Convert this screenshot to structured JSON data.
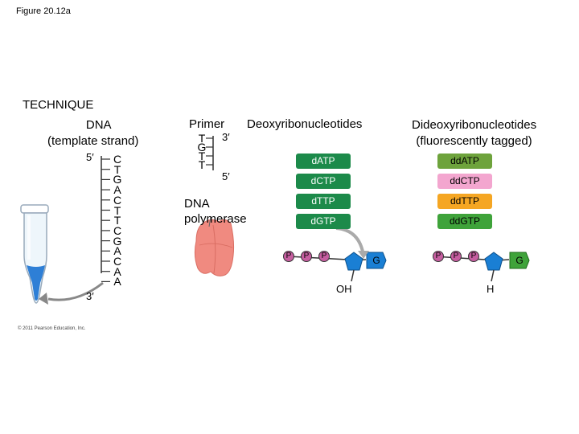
{
  "figure_label": "Figure 20.12a",
  "technique_label": "TECHNIQUE",
  "dna": {
    "label_line1": "DNA",
    "label_line2": "(template strand)",
    "prime5": "5′",
    "prime3": "3′",
    "bases": [
      "C",
      "T",
      "G",
      "A",
      "C",
      "T",
      "T",
      "C",
      "G",
      "A",
      "C",
      "A",
      "A"
    ]
  },
  "primer": {
    "label": "Primer",
    "bases": [
      "T",
      "G",
      "T",
      "T"
    ],
    "prime3": "3′",
    "prime5": "5′"
  },
  "polymerase": {
    "label_line1": "DNA",
    "label_line2": "polymerase"
  },
  "deoxy": {
    "label": "Deoxyribonucleotides",
    "items": [
      "dATP",
      "dCTP",
      "dTTP",
      "dGTP"
    ],
    "phosphate": "P",
    "base": "G",
    "group": "OH"
  },
  "dideoxy": {
    "label_line1": "Dideoxyribonucleotides",
    "label_line2": "(fluorescently tagged)",
    "items": [
      "ddATP",
      "ddCTP",
      "ddTTP",
      "ddGTP"
    ],
    "phosphate": "P",
    "base": "G",
    "group": "H"
  },
  "copyright": "© 2011 Pearson Education, Inc.",
  "colors": {
    "deoxy_pill": "#1c8a4a",
    "dideoxy_a": "#6ea33c",
    "dideoxy_c": "#f3a6cf",
    "dideoxy_t": "#f5a623",
    "dideoxy_g": "#3fa33a",
    "phosphate": "#c65ea0",
    "sugar": "#1a7fd4",
    "polymerase": "#f08a80",
    "tube_fill": "#2e7fd6"
  }
}
